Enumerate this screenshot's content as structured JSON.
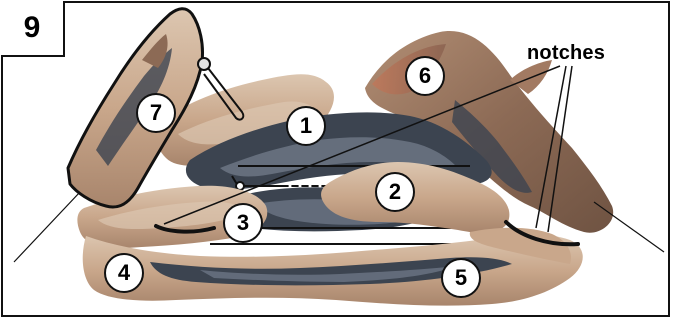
{
  "figure": {
    "step_number": "9",
    "annotation": "notches",
    "callouts": [
      "1",
      "2",
      "3",
      "4",
      "5",
      "6",
      "7"
    ]
  },
  "colors": {
    "log_tan": "#c9a78b",
    "log_light": "#dcc6b0",
    "log_dark": "#8c6a55",
    "charcoal": "#3c4450",
    "charcoal_light": "#6c7684",
    "ember_orange": "#c0785a",
    "outline": "#111111"
  }
}
